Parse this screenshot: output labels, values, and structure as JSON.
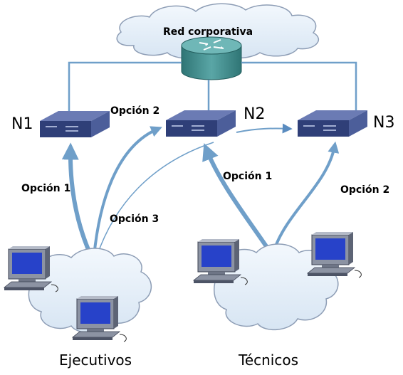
{
  "network": {
    "corporate_label": "Red corporativa",
    "nodes": {
      "n1": "N1",
      "n2": "N2",
      "n3": "N3"
    },
    "options": {
      "opt2_top": "Opción 2",
      "opt1_left": "Opción 1",
      "opt3": "Opción 3",
      "opt1_right": "Opción 1",
      "opt2_right": "Opción 2"
    },
    "groups": {
      "ejecutivos": "Ejecutivos",
      "tecnicos": "Técnicos"
    }
  },
  "colors": {
    "link": "#6f9fc9",
    "link_thin": "#5a8cc0",
    "switch_top": "#4c5e9a",
    "switch_front": "#2f3f78",
    "router": "#3d8d8d",
    "cloud_fill": "#e2edf8",
    "cloud_stroke": "#8d9db5"
  }
}
